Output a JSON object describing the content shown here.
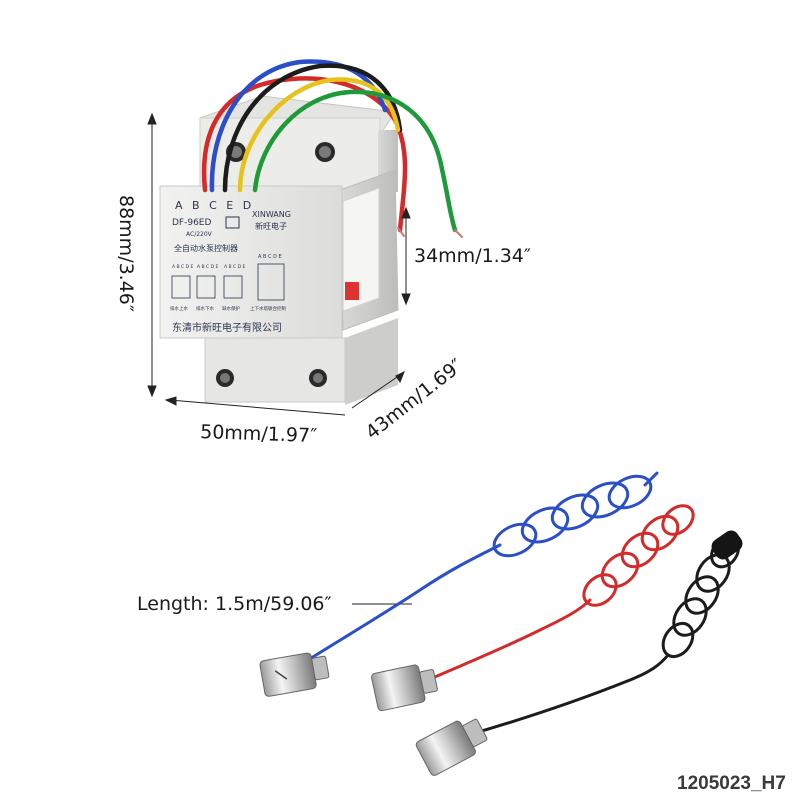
{
  "dimensions": {
    "height_label": "88mm/3.46″",
    "terminal_label": "34mm/1.34″",
    "width_label": "50mm/1.97″",
    "depth_label": "43mm/1.69″",
    "length_label": "Length: 1.5m/59.06″"
  },
  "device_label": {
    "terminals_top": "A B C E D",
    "model": "DF-96ED",
    "voltage": "AC/220V",
    "brand_en": "XINWANG",
    "brand_cn": "新旺电子",
    "product_cn": "全自动水泵控制器",
    "diagram_a": "A B C D E",
    "diagram_b": "A B C D E",
    "diagram_c": "A B C D E",
    "diagram_d": "A B C  D E",
    "caption_1": "排水上水",
    "caption_2": "排水下水",
    "caption_3": "缺水保护",
    "caption_4": "上下水塔联合控制",
    "company_cn": "东清市新旺电子有限公司"
  },
  "watermark": "1205023_H7",
  "colors": {
    "wire_red": "#d42a2a",
    "wire_blue": "#2a4fc9",
    "wire_black": "#1c1c1c",
    "wire_yellow": "#e6c21a",
    "wire_green": "#1f9a3a",
    "housing": "#eeeeec"
  }
}
